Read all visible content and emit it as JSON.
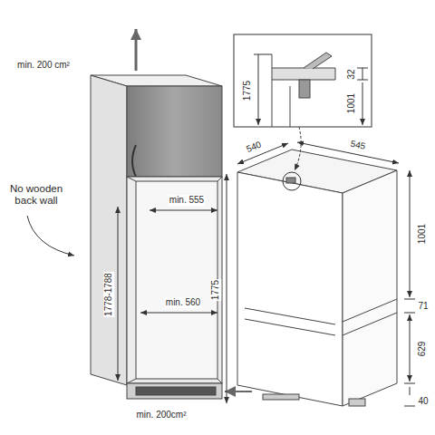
{
  "diagram": {
    "labels": [
      "min. 200 cm²",
      "1775",
      "32",
      "1001",
      "No wooden back wall",
      "540",
      "545",
      "min. 555",
      "1778-1788",
      "min. 560",
      "1775",
      "1001",
      "71",
      "629",
      "40",
      "min. 200cm²"
    ]
  }
}
